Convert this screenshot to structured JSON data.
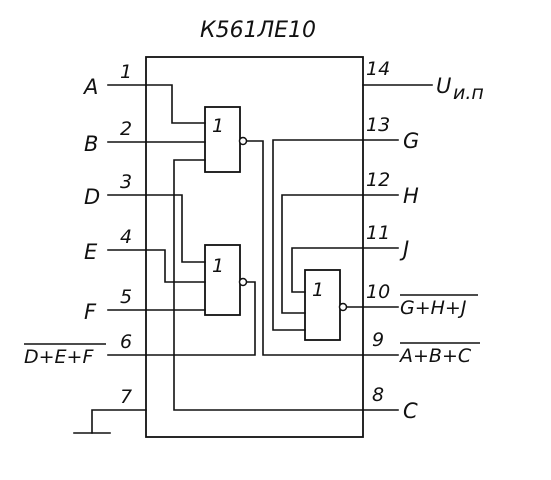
{
  "chip": {
    "title": "К561ЛЕ10",
    "gate_symbol": "1"
  },
  "pins_left": [
    {
      "number": "1",
      "signal": "A",
      "overbar": false
    },
    {
      "number": "2",
      "signal": "B",
      "overbar": false
    },
    {
      "number": "3",
      "signal": "D",
      "overbar": false
    },
    {
      "number": "4",
      "signal": "E",
      "overbar": false
    },
    {
      "number": "5",
      "signal": "F",
      "overbar": false
    },
    {
      "number": "6",
      "signal": "D+E+F",
      "overbar": true
    },
    {
      "number": "7",
      "signal": "",
      "overbar": false
    }
  ],
  "pins_right": [
    {
      "number": "14",
      "signal": "U",
      "subscript": "и.п",
      "overbar": false
    },
    {
      "number": "13",
      "signal": "G",
      "overbar": false
    },
    {
      "number": "12",
      "signal": "H",
      "overbar": false
    },
    {
      "number": "11",
      "signal": "J",
      "overbar": false
    },
    {
      "number": "10",
      "signal": "G+H+J",
      "overbar": true
    },
    {
      "number": "9",
      "signal": "A+B+C",
      "overbar": true
    },
    {
      "number": "8",
      "signal": "C",
      "overbar": false
    }
  ]
}
